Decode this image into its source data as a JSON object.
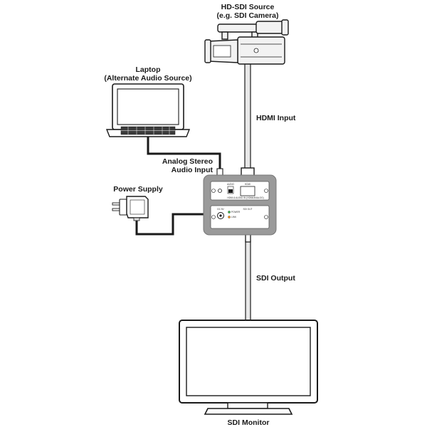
{
  "labels": {
    "source_line1": "HD-SDI Source",
    "source_line2": "(e.g. SDI Camera)",
    "laptop_line1": "Laptop",
    "laptop_line2": "(Alternate Audio Source)",
    "hdmi_input": "HDMI Input",
    "audio_line1": "Analog Stereo",
    "audio_line2": "Audio Input",
    "power_supply": "Power Supply",
    "sdi_output": "SDI Output",
    "sdi_monitor": "SDI Monitor"
  },
  "device": {
    "top_panel_text": "HDMI & AUDIO IN (HDMI/ANALOG)",
    "audio_label": "AUDIO",
    "hdmi_label": "HDMI",
    "dc_label": "DC 5V",
    "sdi_out_label": "SDI OUT",
    "power_led_label": "POWER",
    "link_led_label": "LINK"
  },
  "colors": {
    "line": "#1a1a1a",
    "device_body": "#9a9a9a",
    "panel": "#ffffff",
    "cable_fill": "#e8e8e8",
    "camera_fill": "#f2f2f2",
    "led_green": "#39b54a",
    "led_orange": "#f7941d"
  }
}
